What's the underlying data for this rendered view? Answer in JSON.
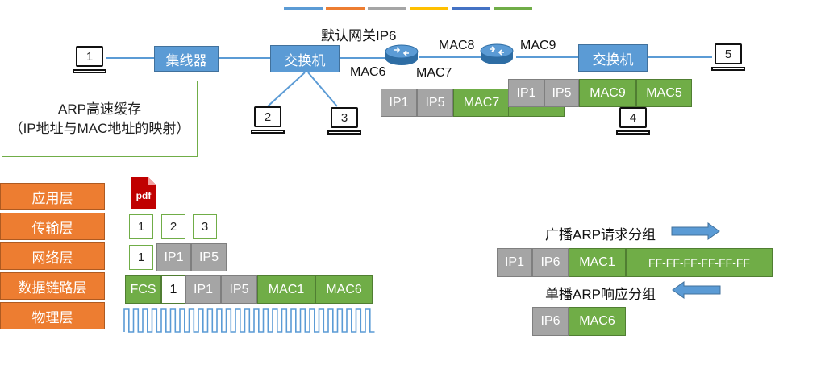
{
  "palette": [
    "#5b9bd5",
    "#ed7d31",
    "#a5a5a5",
    "#ffc000",
    "#4472c4",
    "#70ad47"
  ],
  "devices": {
    "hub": "集线器",
    "switch_left": "交换机",
    "switch_right": "交换机",
    "gateway_label": "默认网关IP6"
  },
  "hosts": [
    "1",
    "2",
    "3",
    "4",
    "5"
  ],
  "port_labels": {
    "mac6": "MAC6",
    "mac7": "MAC7",
    "mac8": "MAC8",
    "mac9": "MAC9"
  },
  "arp_cache": {
    "line1": "ARP高速缓存",
    "line2": "（IP地址与MAC地址的映射）"
  },
  "frame_left": [
    "IP1",
    "IP5",
    "MAC7"
  ],
  "frame_right": [
    "IP1",
    "IP5",
    "MAC9",
    "MAC5"
  ],
  "layers": [
    "应用层",
    "传输层",
    "网络层",
    "数据链路层",
    "物理层"
  ],
  "pdf_icon": {
    "label": "pdf",
    "icon": "pdf-file-icon"
  },
  "transport_segments": [
    "1",
    "2",
    "3"
  ],
  "network_packet": [
    "1",
    "IP1",
    "IP5"
  ],
  "link_frame": [
    "FCS",
    "1",
    "IP1",
    "IP5",
    "MAC1",
    "MAC6"
  ],
  "broadcast": {
    "title": "广播ARP请求分组",
    "fields": [
      "IP1",
      "IP6",
      "MAC1",
      "FF-FF-FF-FF-FF-FF"
    ]
  },
  "unicast": {
    "title": "单播ARP响应分组",
    "fields": [
      "IP6",
      "MAC6"
    ]
  }
}
